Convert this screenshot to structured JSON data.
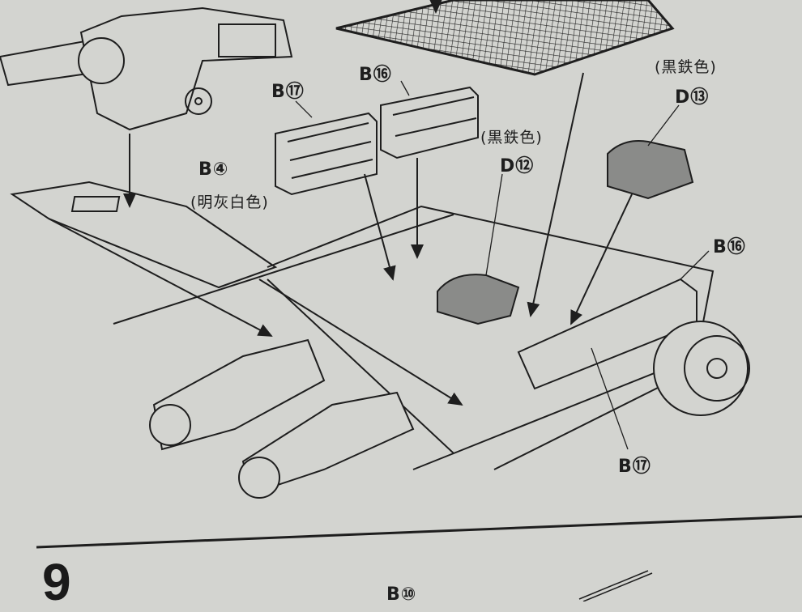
{
  "step_number": "9",
  "labels": {
    "b17_rack": "B⑰",
    "b16_rack": "B⑯",
    "black_iron_1": "(黒鉄色)",
    "d13": "D⑬",
    "black_iron_2": "(黒鉄色)",
    "d12": "D⑫",
    "b4": "B④",
    "light_gray_white": "(明灰白色)",
    "b16_hull": "B⑯",
    "b17_hull": "B⑰",
    "b10": "B⑩"
  },
  "colors": {
    "paper": "#d3d4d0",
    "ink": "#1e1e1e",
    "part_fill": "#8a8b89"
  }
}
